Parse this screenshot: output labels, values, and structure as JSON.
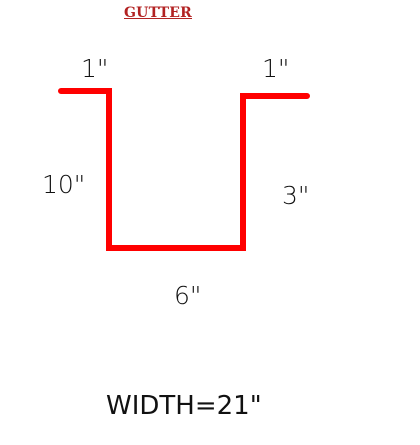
{
  "title": "GUTTER",
  "dimensions": {
    "left_flange": "1\"",
    "right_flange": "1\"",
    "left_height": "10\"",
    "right_height": "3\"",
    "bottom": "6\""
  },
  "total": "WIDTH=21\"",
  "colors": {
    "profile": "#ff0000",
    "title": "#b22222",
    "text": "#111111"
  }
}
